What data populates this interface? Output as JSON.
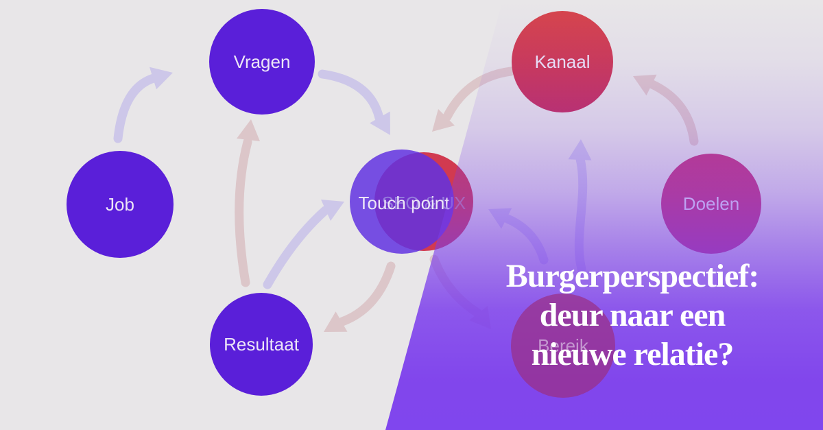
{
  "title": {
    "line1": "Burgerperspectief:",
    "line2": "deur naar een",
    "line3": "nieuwe relatie?"
  },
  "diagram": {
    "nodes": [
      {
        "id": "job",
        "label": "Job",
        "color": "#5a1fd9"
      },
      {
        "id": "vragen",
        "label": "Vragen",
        "color": "#5a1fd9"
      },
      {
        "id": "resultaat",
        "label": "Resultaat",
        "color": "#5a1fd9"
      },
      {
        "id": "touchpoint",
        "label": "Touch point",
        "ghost_label": "SEO & UX",
        "purple_color": "#6232e0",
        "red_color": "#d13a50"
      },
      {
        "id": "kanaal",
        "label": "Kanaal",
        "color": "#d2424e"
      },
      {
        "id": "doelen",
        "label": "Doelen",
        "color": "#c53a7e"
      },
      {
        "id": "bereik",
        "label": "Bereik",
        "color": "#9a2f85"
      }
    ],
    "edges": [
      {
        "from": "Job",
        "to": "Vragen",
        "tint": "lavender"
      },
      {
        "from": "Vragen",
        "to": "Touch point",
        "tint": "lavender"
      },
      {
        "from": "Resultaat",
        "to": "Vragen",
        "tint": "rose"
      },
      {
        "from": "Resultaat",
        "to": "Touch point",
        "tint": "lavender"
      },
      {
        "from": "Touch point",
        "to": "Resultaat",
        "tint": "rose"
      },
      {
        "from": "Kanaal",
        "to": "Touch point",
        "tint": "rose"
      },
      {
        "from": "Doelen",
        "to": "Kanaal",
        "tint": "rose"
      },
      {
        "from": "Bereik",
        "to": "Kanaal",
        "tint": "lavender"
      },
      {
        "from": "Bereik",
        "to": "Touch point",
        "tint": "lavender"
      },
      {
        "from": "Touch point",
        "to": "Bereik",
        "tint": "rose"
      }
    ]
  },
  "colors": {
    "background": "#e8e6e8",
    "overlay_purple": "#7a3cea",
    "node_purple": "#5a1fd9",
    "touch_purple": "#6232e0",
    "touch_red": "#d13a50",
    "kanaal_top": "#d6454c",
    "kanaal_bottom": "#c22f60",
    "doelen_magenta": "#c53a7e",
    "bereik_magenta": "#9a2f85",
    "arrow_lavender": "#cdc7e9",
    "arrow_rose": "#dcc6c9",
    "label_color": "#ece5f7",
    "ghost_color": "#b9c0ee",
    "title_color": "#ffffff"
  }
}
